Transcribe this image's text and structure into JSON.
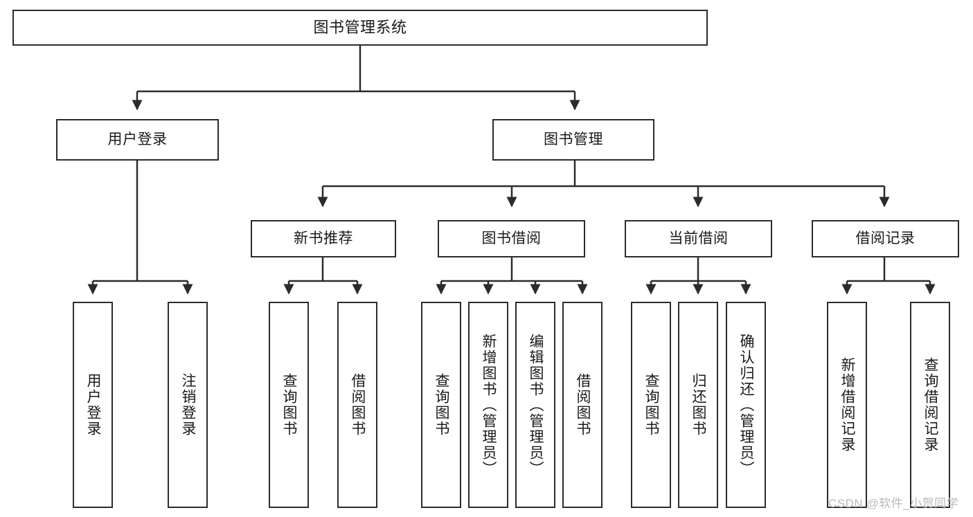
{
  "diagram": {
    "title": "图书管理系统",
    "type": "functional-structure-tree",
    "stroke_color": "#2b2b2b",
    "background_color": "#ffffff",
    "text_color": "#1a1a1a"
  },
  "nodes": {
    "root": {
      "label": "图书管理系统"
    },
    "level2": [
      {
        "id": "user-login",
        "label": "用户登录"
      },
      {
        "id": "book-management",
        "label": "图书管理"
      }
    ],
    "level3": [
      {
        "id": "new-book-recommend",
        "label": "新书推荐"
      },
      {
        "id": "book-borrow",
        "label": "图书借阅"
      },
      {
        "id": "current-borrow",
        "label": "当前借阅"
      },
      {
        "id": "borrow-record",
        "label": "借阅记录"
      }
    ],
    "leaves": {
      "user_login": [
        {
          "id": "leaf-user-login",
          "label": "用户登录"
        },
        {
          "id": "leaf-logout-login",
          "label": "注销登录"
        }
      ],
      "new_book_recommend": [
        {
          "id": "leaf-query-book-1",
          "label": "查询图书"
        },
        {
          "id": "leaf-borrow-book-1",
          "label": "借阅图书"
        }
      ],
      "book_borrow": [
        {
          "id": "leaf-query-book-2",
          "label": "查询图书"
        },
        {
          "id": "leaf-add-book",
          "label": "新增图书（管理员）"
        },
        {
          "id": "leaf-edit-book",
          "label": "编辑图书（管理员）"
        },
        {
          "id": "leaf-borrow-book-2",
          "label": "借阅图书"
        }
      ],
      "current_borrow": [
        {
          "id": "leaf-query-book-3",
          "label": "查询图书"
        },
        {
          "id": "leaf-return-book",
          "label": "归还图书"
        },
        {
          "id": "leaf-confirm-return",
          "label": "确认归还（管理员）"
        }
      ],
      "borrow_record": [
        {
          "id": "leaf-add-borrow-record",
          "label": "新增借阅记录"
        },
        {
          "id": "leaf-query-borrow-record",
          "label": "查询借阅记录"
        }
      ]
    }
  },
  "watermark": {
    "text": "CSDN @软件_小贺同学"
  }
}
